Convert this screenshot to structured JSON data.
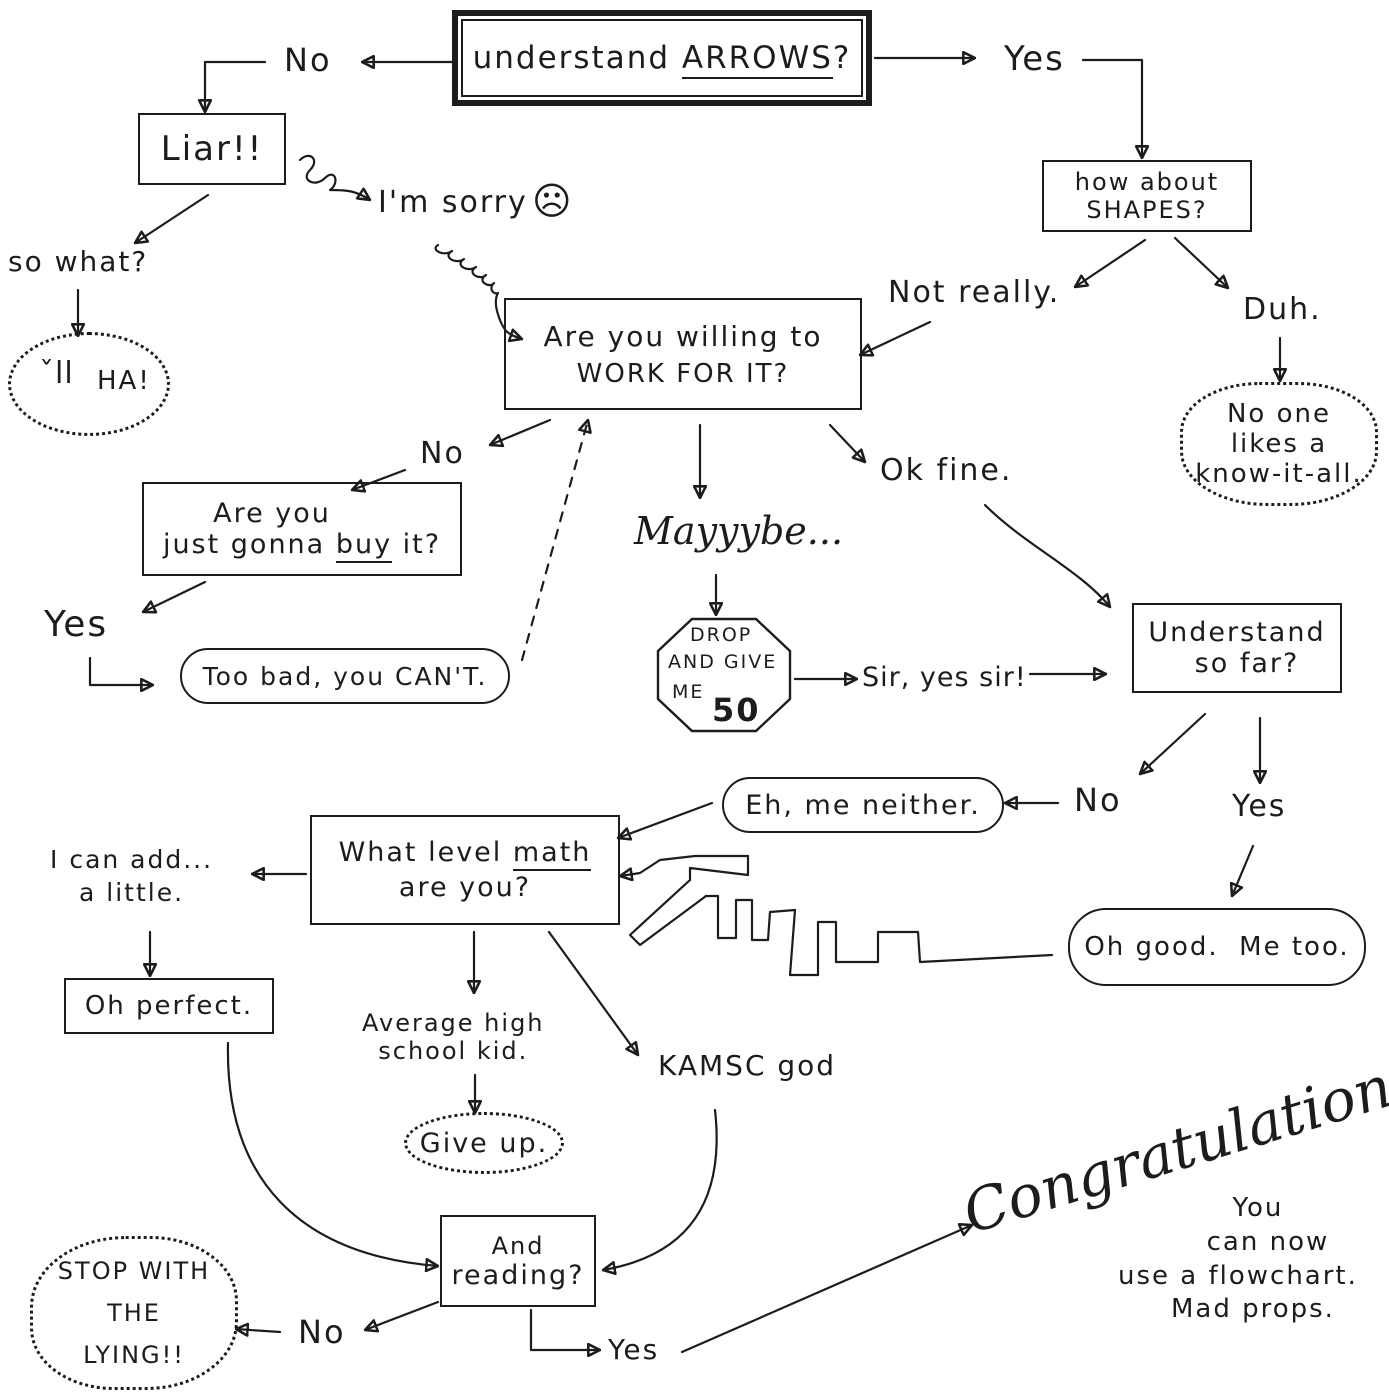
{
  "nodes": {
    "understand_arrows": {
      "before": "understand ",
      "underlined": "ARROWS",
      "after": "?"
    },
    "no_1": "No",
    "yes_1": "Yes",
    "liar": "Liar!!",
    "im_sorry": "I'm sorry",
    "so_what": "so what?",
    "ha": "HA!",
    "how_about_shapes": {
      "line1": "how about",
      "line2": "SHAPES?"
    },
    "not_really": "Not really.",
    "duh": "Duh.",
    "no_one_likes": {
      "line1": "No one",
      "line2": "likes a",
      "line3": "know-it-all."
    },
    "work_for_it": {
      "line1": "Are you willing to",
      "line2": "WORK FOR IT?"
    },
    "no_2": "No",
    "just_buy_it": {
      "line1": "Are you",
      "line2_a": "just gonna ",
      "line2_underlined": "buy",
      "line2_b": " it?"
    },
    "yes_2": "Yes",
    "too_bad": "Too bad, you CAN'T.",
    "maybe": "Mayyybe...",
    "drop_and_give": {
      "line1": "DROP",
      "line2": "AND GIVE",
      "line3": "ME",
      "number": "50"
    },
    "sir_yes_sir": "Sir, yes sir!",
    "ok_fine": "Ok fine.",
    "understand_so_far": {
      "line1": "Understand",
      "line2": "so far?"
    },
    "no_3": "No",
    "yes_3": "Yes",
    "eh_me_neither": "Eh, me neither.",
    "oh_good": "Oh good.  Me too.",
    "what_level_math": {
      "line1_a": "What level ",
      "line1_underlined": "math",
      "line2": "are you?"
    },
    "i_can_add": {
      "line1": "I can add...",
      "line2": "a little."
    },
    "oh_perfect": "Oh perfect.",
    "average_kid": {
      "line1": "Average high",
      "line2": "school kid."
    },
    "give_up": "Give up.",
    "kamsc_god": "KAMSC god",
    "and_reading": {
      "line1": "And",
      "line2": "reading?"
    },
    "no_4": "No",
    "yes_4": "Yes",
    "stop_lying": {
      "line1": "STOP WITH",
      "line2": "THE",
      "line3": "LYING!!"
    },
    "congratulations": "Congratulations!",
    "you_can_now": {
      "line1": "You",
      "line2": "can now",
      "line3": "use a flowchart.",
      "line4": "Mad props."
    }
  }
}
